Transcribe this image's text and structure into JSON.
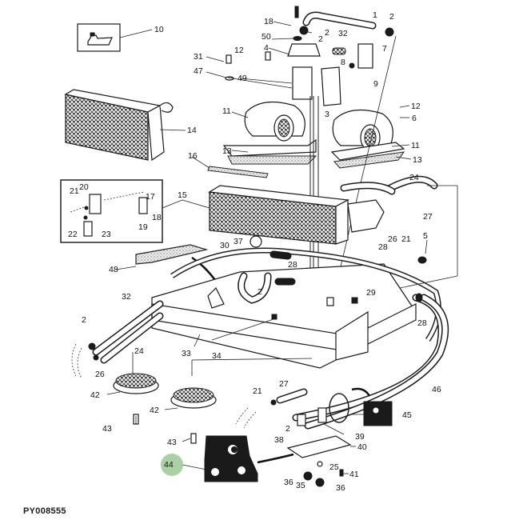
{
  "diagram": {
    "reference_code": "PY008555",
    "highlighted_callout": "44",
    "highlight_color": "#8fbf8a",
    "callouts": [
      {
        "id": "c10",
        "label": "10"
      },
      {
        "id": "c18",
        "label": "18"
      },
      {
        "id": "c1",
        "label": "1"
      },
      {
        "id": "c2a",
        "label": "2"
      },
      {
        "id": "c2b",
        "label": "2"
      },
      {
        "id": "c50",
        "label": "50"
      },
      {
        "id": "c2c",
        "label": "2"
      },
      {
        "id": "c32a",
        "label": "32"
      },
      {
        "id": "c4",
        "label": "4"
      },
      {
        "id": "c7",
        "label": "7"
      },
      {
        "id": "c31",
        "label": "31"
      },
      {
        "id": "c12a",
        "label": "12"
      },
      {
        "id": "c8",
        "label": "8"
      },
      {
        "id": "c47",
        "label": "47"
      },
      {
        "id": "c49",
        "label": "49"
      },
      {
        "id": "c9",
        "label": "9"
      },
      {
        "id": "c3",
        "label": "3"
      },
      {
        "id": "c11a",
        "label": "11"
      },
      {
        "id": "c12b",
        "label": "12"
      },
      {
        "id": "c6",
        "label": "6"
      },
      {
        "id": "c14",
        "label": "14"
      },
      {
        "id": "c11b",
        "label": "11"
      },
      {
        "id": "c13a",
        "label": "13"
      },
      {
        "id": "c13b",
        "label": "13"
      },
      {
        "id": "c16",
        "label": "16"
      },
      {
        "id": "c24a",
        "label": "24"
      },
      {
        "id": "c20",
        "label": "20"
      },
      {
        "id": "c21a",
        "label": "21"
      },
      {
        "id": "c17",
        "label": "17"
      },
      {
        "id": "c15",
        "label": "15"
      },
      {
        "id": "c27a",
        "label": "27"
      },
      {
        "id": "c22",
        "label": "22"
      },
      {
        "id": "c23",
        "label": "23"
      },
      {
        "id": "c19",
        "label": "19"
      },
      {
        "id": "c18b",
        "label": "18"
      },
      {
        "id": "c26a",
        "label": "26"
      },
      {
        "id": "c21b",
        "label": "21"
      },
      {
        "id": "c5",
        "label": "5"
      },
      {
        "id": "c37",
        "label": "37"
      },
      {
        "id": "c30",
        "label": "30"
      },
      {
        "id": "c48",
        "label": "48"
      },
      {
        "id": "c28a",
        "label": "28"
      },
      {
        "id": "c28b",
        "label": "28"
      },
      {
        "id": "c2d",
        "label": "2"
      },
      {
        "id": "c29",
        "label": "29"
      },
      {
        "id": "c32b",
        "label": "32"
      },
      {
        "id": "c28c",
        "label": "28"
      },
      {
        "id": "c2e",
        "label": "2"
      },
      {
        "id": "c24b",
        "label": "24"
      },
      {
        "id": "c33",
        "label": "33"
      },
      {
        "id": "c34",
        "label": "34"
      },
      {
        "id": "c26b",
        "label": "26"
      },
      {
        "id": "c46",
        "label": "46"
      },
      {
        "id": "c42a",
        "label": "42"
      },
      {
        "id": "c27b",
        "label": "27"
      },
      {
        "id": "c42b",
        "label": "42"
      },
      {
        "id": "c21c",
        "label": "21"
      },
      {
        "id": "c45",
        "label": "45"
      },
      {
        "id": "c2f",
        "label": "2"
      },
      {
        "id": "c43a",
        "label": "43"
      },
      {
        "id": "c39",
        "label": "39"
      },
      {
        "id": "c38",
        "label": "38"
      },
      {
        "id": "c40",
        "label": "40"
      },
      {
        "id": "c43b",
        "label": "43"
      },
      {
        "id": "c44",
        "label": "44"
      },
      {
        "id": "c25",
        "label": "25"
      },
      {
        "id": "c41",
        "label": "41"
      },
      {
        "id": "c36a",
        "label": "36"
      },
      {
        "id": "c35",
        "label": "35"
      },
      {
        "id": "c36b",
        "label": "36"
      }
    ]
  }
}
